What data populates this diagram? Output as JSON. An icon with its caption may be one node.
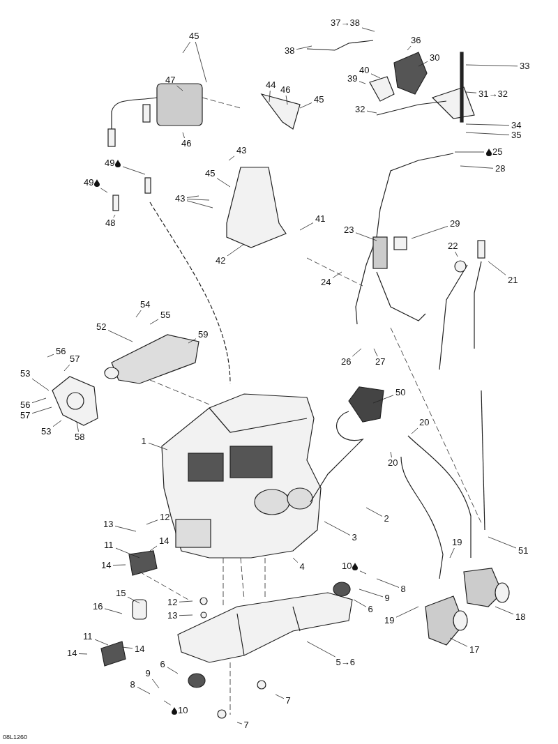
{
  "diagram": {
    "nodes": [
      {
        "text": [
          "37→38"
        ]
      },
      {
        "text": [
          "38"
        ]
      },
      {
        "text": [
          "36"
        ]
      },
      {
        "text": [
          "30"
        ]
      },
      {
        "text": [
          "33"
        ]
      },
      {
        "text": [
          "40"
        ]
      },
      {
        "text": [
          "39"
        ]
      },
      {
        "text": [
          "45"
        ]
      },
      {
        "text": [
          "31→32"
        ]
      },
      {
        "text": [
          "47"
        ]
      },
      {
        "text": [
          "44"
        ]
      },
      {
        "text": [
          "46"
        ]
      },
      {
        "text": [
          "45"
        ]
      },
      {
        "text": [
          "32"
        ]
      },
      {
        "text": [
          "34"
        ]
      },
      {
        "text": [
          "35"
        ]
      },
      {
        "text": [
          "46"
        ]
      },
      {
        "text": [
          "43"
        ]
      },
      {
        "text": [
          "25"
        ]
      },
      {
        "text": [
          "49"
        ]
      },
      {
        "text": [
          "28"
        ]
      },
      {
        "text": [
          "45"
        ]
      },
      {
        "text": [
          "49"
        ]
      },
      {
        "text": [
          "43"
        ]
      },
      {
        "text": [
          "41"
        ]
      },
      {
        "text": [
          "48"
        ]
      },
      {
        "text": [
          "23"
        ]
      },
      {
        "text": [
          "29"
        ]
      },
      {
        "text": [
          "22"
        ]
      },
      {
        "text": [
          "42"
        ]
      },
      {
        "text": [
          "21"
        ]
      },
      {
        "text": [
          "24"
        ]
      },
      {
        "text": [
          "54"
        ]
      },
      {
        "text": [
          "55"
        ]
      },
      {
        "text": [
          "52"
        ]
      },
      {
        "text": [
          "59"
        ]
      },
      {
        "text": [
          "56"
        ]
      },
      {
        "text": [
          "57"
        ]
      },
      {
        "text": [
          "26"
        ]
      },
      {
        "text": [
          "27"
        ]
      },
      {
        "text": [
          "53"
        ]
      },
      {
        "text": [
          "50"
        ]
      },
      {
        "text": [
          "56"
        ]
      },
      {
        "text": [
          "57"
        ]
      },
      {
        "text": [
          "20"
        ]
      },
      {
        "text": [
          "53"
        ]
      },
      {
        "text": [
          "58"
        ]
      },
      {
        "text": [
          "1"
        ]
      },
      {
        "text": [
          "20"
        ]
      },
      {
        "text": [
          "12"
        ]
      },
      {
        "text": [
          "2"
        ]
      },
      {
        "text": [
          "13"
        ]
      },
      {
        "text": [
          "3"
        ]
      },
      {
        "text": [
          "14"
        ]
      },
      {
        "text": [
          "19"
        ]
      },
      {
        "text": [
          "11"
        ]
      },
      {
        "text": [
          "51"
        ]
      },
      {
        "text": [
          "14"
        ]
      },
      {
        "text": [
          "10"
        ]
      },
      {
        "text": [
          "4"
        ]
      },
      {
        "text": [
          "8"
        ]
      },
      {
        "text": [
          "15"
        ]
      },
      {
        "text": [
          "9"
        ]
      },
      {
        "text": [
          "12"
        ]
      },
      {
        "text": [
          "16"
        ]
      },
      {
        "text": [
          "6"
        ]
      },
      {
        "text": [
          "13"
        ]
      },
      {
        "text": [
          "18"
        ]
      },
      {
        "text": [
          "19"
        ]
      },
      {
        "text": [
          "11"
        ]
      },
      {
        "text": [
          "17"
        ]
      },
      {
        "text": [
          "14"
        ]
      },
      {
        "text": [
          "14"
        ]
      },
      {
        "text": [
          "5→6"
        ]
      },
      {
        "text": [
          "6"
        ]
      },
      {
        "text": [
          "9"
        ]
      },
      {
        "text": [
          "8"
        ]
      },
      {
        "text": [
          "7"
        ]
      },
      {
        "text": [
          "10"
        ]
      },
      {
        "text": [
          "7"
        ]
      }
    ],
    "edges": [
      {
        "from": 0,
        "to": null,
        "arrow": "none"
      },
      {
        "from": 1,
        "to": null,
        "arrow": "none"
      },
      {
        "from": 2,
        "to": null,
        "arrow": "none"
      },
      {
        "from": 3,
        "to": null,
        "arrow": "none"
      },
      {
        "from": 4,
        "to": null,
        "arrow": "none"
      },
      {
        "from": 5,
        "to": null,
        "arrow": "none"
      },
      {
        "from": 6,
        "to": null,
        "arrow": "none"
      },
      {
        "from": 7,
        "to": null,
        "arrow": "none"
      },
      {
        "from": 7,
        "to": null,
        "arrow": "none"
      },
      {
        "from": 8,
        "to": null,
        "arrow": "none"
      },
      {
        "from": 9,
        "to": null,
        "arrow": "none"
      },
      {
        "from": 10,
        "to": null,
        "arrow": "none"
      },
      {
        "from": 11,
        "to": null,
        "arrow": "none"
      },
      {
        "from": 12,
        "to": null,
        "arrow": "none"
      },
      {
        "from": 13,
        "to": null,
        "arrow": "none"
      },
      {
        "from": 14,
        "to": null,
        "arrow": "none"
      },
      {
        "from": 15,
        "to": null,
        "arrow": "none"
      },
      {
        "from": 16,
        "to": null,
        "arrow": "none"
      },
      {
        "from": 17,
        "to": null,
        "arrow": "none"
      },
      {
        "from": 18,
        "to": null,
        "arrow": "none"
      },
      {
        "from": 19,
        "to": null,
        "arrow": "none"
      },
      {
        "from": 20,
        "to": null,
        "arrow": "none"
      },
      {
        "from": 21,
        "to": null,
        "arrow": "none"
      },
      {
        "from": 22,
        "to": null,
        "arrow": "none"
      },
      {
        "from": 23,
        "to": null,
        "arrow": "none"
      },
      {
        "from": 23,
        "to": null,
        "arrow": "none"
      },
      {
        "from": 23,
        "to": null,
        "arrow": "none"
      },
      {
        "from": 24,
        "to": null,
        "arrow": "none"
      },
      {
        "from": 25,
        "to": null,
        "arrow": "none"
      },
      {
        "from": 26,
        "to": null,
        "arrow": "none"
      },
      {
        "from": 27,
        "to": null,
        "arrow": "none"
      },
      {
        "from": 28,
        "to": null,
        "arrow": "none"
      },
      {
        "from": 29,
        "to": null,
        "arrow": "none"
      },
      {
        "from": 30,
        "to": null,
        "arrow": "none"
      },
      {
        "from": 31,
        "to": null,
        "arrow": "none"
      },
      {
        "from": 32,
        "to": null,
        "arrow": "none"
      },
      {
        "from": 33,
        "to": null,
        "arrow": "none"
      },
      {
        "from": 34,
        "to": null,
        "arrow": "none"
      },
      {
        "from": 35,
        "to": null,
        "arrow": "none"
      },
      {
        "from": 36,
        "to": null,
        "arrow": "none"
      },
      {
        "from": 37,
        "to": null,
        "arrow": "none"
      },
      {
        "from": 38,
        "to": null,
        "arrow": "none"
      },
      {
        "from": 39,
        "to": null,
        "arrow": "none"
      },
      {
        "from": 40,
        "to": null,
        "arrow": "none"
      },
      {
        "from": 41,
        "to": null,
        "arrow": "none"
      },
      {
        "from": 42,
        "to": null,
        "arrow": "none"
      },
      {
        "from": 43,
        "to": null,
        "arrow": "none"
      },
      {
        "from": 44,
        "to": null,
        "arrow": "none"
      },
      {
        "from": 45,
        "to": null,
        "arrow": "none"
      },
      {
        "from": 46,
        "to": null,
        "arrow": "none"
      },
      {
        "from": 47,
        "to": null,
        "arrow": "none"
      },
      {
        "from": 48,
        "to": null,
        "arrow": "none"
      },
      {
        "from": 49,
        "to": null,
        "arrow": "none"
      },
      {
        "from": 50,
        "to": null,
        "arrow": "none"
      },
      {
        "from": 51,
        "to": null,
        "arrow": "none"
      },
      {
        "from": 52,
        "to": null,
        "arrow": "none"
      },
      {
        "from": 53,
        "to": null,
        "arrow": "none"
      },
      {
        "from": 54,
        "to": null,
        "arrow": "none"
      },
      {
        "from": 55,
        "to": null,
        "arrow": "none"
      },
      {
        "from": 56,
        "to": null,
        "arrow": "none"
      },
      {
        "from": 57,
        "to": null,
        "arrow": "none"
      },
      {
        "from": 58,
        "to": null,
        "arrow": "none"
      },
      {
        "from": 59,
        "to": null,
        "arrow": "none"
      },
      {
        "from": 60,
        "to": null,
        "arrow": "none"
      },
      {
        "from": 61,
        "to": null,
        "arrow": "none"
      },
      {
        "from": 62,
        "to": null,
        "arrow": "none"
      },
      {
        "from": 63,
        "to": null,
        "arrow": "none"
      },
      {
        "from": 64,
        "to": null,
        "arrow": "none"
      },
      {
        "from": 65,
        "to": null,
        "arrow": "none"
      },
      {
        "from": 66,
        "to": null,
        "arrow": "none"
      },
      {
        "from": 67,
        "to": null,
        "arrow": "none"
      },
      {
        "from": 68,
        "to": null,
        "arrow": "none"
      },
      {
        "from": 69,
        "to": null,
        "arrow": "none"
      },
      {
        "from": 70,
        "to": null,
        "arrow": "none"
      },
      {
        "from": 71,
        "to": null,
        "arrow": "none"
      },
      {
        "from": 72,
        "to": null,
        "arrow": "none"
      },
      {
        "from": 73,
        "to": null,
        "arrow": "none"
      },
      {
        "from": 74,
        "to": null,
        "arrow": "none"
      },
      {
        "from": 75,
        "to": null,
        "arrow": "none"
      },
      {
        "from": 76,
        "to": null,
        "arrow": "none"
      },
      {
        "from": 77,
        "to": null,
        "arrow": "none"
      },
      {
        "from": 78,
        "to": null,
        "arrow": "none"
      },
      {
        "from": 79,
        "to": null,
        "arrow": "none"
      }
    ],
    "labels": [
      "08L1260"
    ]
  }
}
